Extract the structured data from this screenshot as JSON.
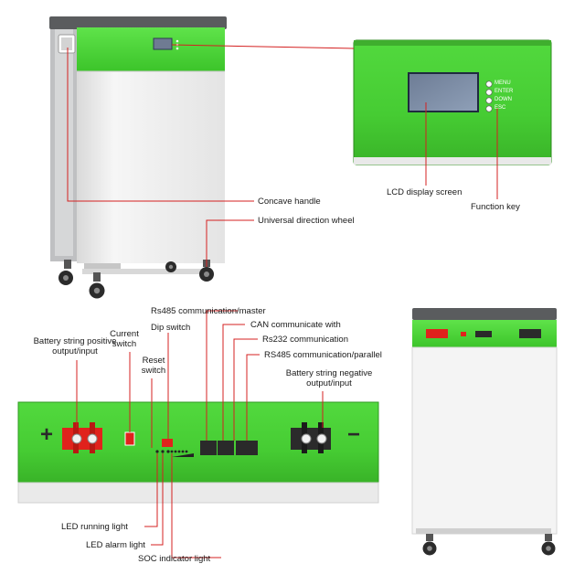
{
  "callouts": {
    "concave_handle": "Concave handle",
    "universal_wheel": "Universal direction wheel",
    "lcd_display": "LCD display screen",
    "function_key": "Function key",
    "battery_positive": "Battery string positive\noutput/input",
    "current_switch": "Current\nswitch",
    "dip_switch": "Dip switch",
    "reset_switch": "Reset\nswitch",
    "rs485_master": "Rs485 communication/master",
    "can_comm": "CAN communicate with",
    "rs232_comm": "Rs232 communication",
    "rs485_parallel": "RS485 communication/parallel",
    "battery_negative": "Battery string negative\noutput/input",
    "led_running": "LED running light",
    "led_alarm": "LED alarm light",
    "soc_indicator": "SOC indicator light"
  },
  "keys": [
    "MENU",
    "ENTER",
    "DOWN",
    "ESC"
  ],
  "panel_marks": {
    "plus": "+",
    "minus": "−"
  },
  "colors": {
    "green": "#4fd63c",
    "dark_green": "#2fa81f",
    "red_line": "#d42020",
    "red_terminal": "#e0221c",
    "body_grey": "#ececec",
    "top_grey": "#5a5c5e"
  }
}
